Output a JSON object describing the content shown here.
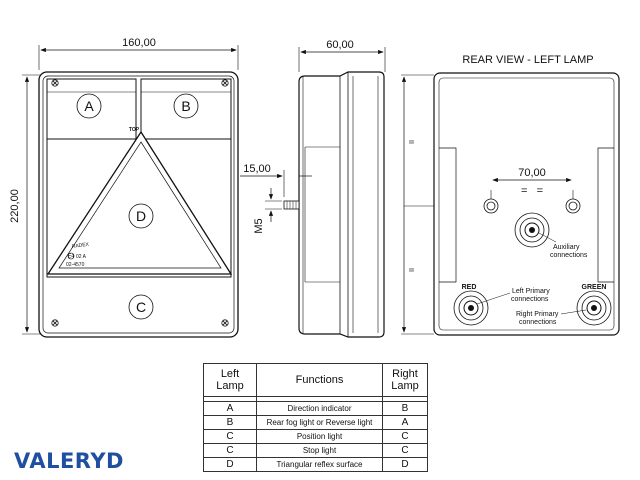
{
  "dimensions": {
    "width": "160,00",
    "height": "220,00",
    "depth": "60,00",
    "stud_offset": "15,00",
    "stud_thread": "M5",
    "hole_spacing": "70,00",
    "equal_mark": "=",
    "equal_pair": "=   =",
    "parallel_mark": "II"
  },
  "front_view": {
    "zones": [
      "A",
      "B",
      "C",
      "D"
    ],
    "top_mark": "TOP",
    "maker_mark": "RADEX",
    "approval_mark": "E4",
    "approval_code": "02 A",
    "serial": "02-4570"
  },
  "rear_view": {
    "title": "REAR VIEW  - LEFT LAMP",
    "label_red": "RED",
    "label_green": "GREEN",
    "aux_line1": "Auxiliary",
    "aux_line2": "connections",
    "left_line1": "Left Primary",
    "left_line2": "connections",
    "right_line1": "Right Primary",
    "right_line2": "connections"
  },
  "table": {
    "headers": {
      "left": "Left\nLamp",
      "functions": "Functions",
      "right": "Right\nLamp"
    },
    "rows": [
      {
        "left": "A",
        "function": "Direction  indicator",
        "right": "B"
      },
      {
        "left": "B",
        "function": "Rear fog light or Reverse light",
        "right": "A"
      },
      {
        "left": "C",
        "function": "Position light",
        "right": "C"
      },
      {
        "left": "C",
        "function": "Stop light",
        "right": "C"
      },
      {
        "left": "D",
        "function": "Triangular reflex surface",
        "right": "D"
      }
    ]
  },
  "brand": {
    "name": "VALERYD",
    "color": "#1f4fa0"
  },
  "icons": {
    "screw": "screw-icon",
    "stud": "threaded-stud-icon",
    "connector": "cable-connector-icon"
  }
}
